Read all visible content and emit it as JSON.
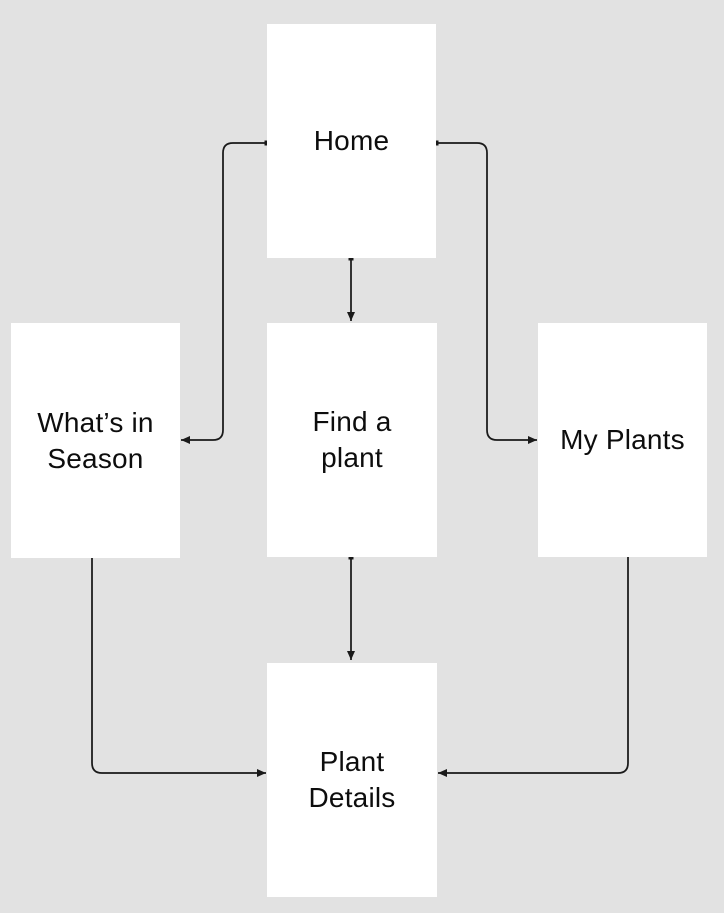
{
  "diagram": {
    "type": "flowchart",
    "background_color": "#e2e2e2",
    "node_fill_color": "#ffffff",
    "connector_color": "#1a1a1a",
    "text_color": "#0d0d0d",
    "nodes": [
      {
        "id": "home",
        "label": "Home"
      },
      {
        "id": "whats-in-season",
        "label": "What’s in\nSeason"
      },
      {
        "id": "find-a-plant",
        "label": "Find a\nplant"
      },
      {
        "id": "my-plants",
        "label": "My Plants"
      },
      {
        "id": "plant-details",
        "label": "Plant\nDetails"
      }
    ],
    "edges": [
      {
        "from": "home",
        "to": "whats-in-season"
      },
      {
        "from": "home",
        "to": "find-a-plant"
      },
      {
        "from": "home",
        "to": "my-plants"
      },
      {
        "from": "whats-in-season",
        "to": "plant-details"
      },
      {
        "from": "find-a-plant",
        "to": "plant-details"
      },
      {
        "from": "my-plants",
        "to": "plant-details"
      }
    ]
  }
}
